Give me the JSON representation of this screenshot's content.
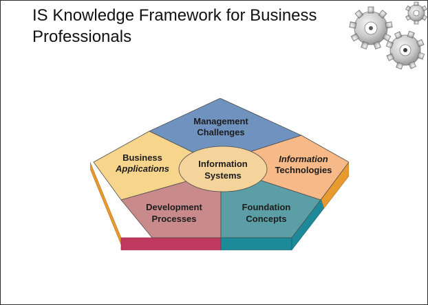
{
  "slide": {
    "title": "IS Knowledge Framework for Business Professionals"
  },
  "diagram": {
    "center": {
      "line1": "Information",
      "line2": "Systems",
      "color": "#f4d49a"
    },
    "segments": [
      {
        "id": "management",
        "line1": "Management",
        "line2": "Challenges",
        "italic1": false,
        "italic2": false,
        "color": "#6f92be"
      },
      {
        "id": "business",
        "line1": "Business",
        "line2": "Applications",
        "italic1": false,
        "italic2": true,
        "color": "#f8d58c"
      },
      {
        "id": "information-technologies",
        "line1": "Information",
        "line2": "Technologies",
        "italic1": true,
        "italic2": false,
        "color": "#f7b987"
      },
      {
        "id": "development",
        "line1": "Development",
        "line2": "Processes",
        "italic1": false,
        "italic2": false,
        "color": "#c98a8c"
      },
      {
        "id": "foundation",
        "line1": "Foundation",
        "line2": "Concepts",
        "italic1": false,
        "italic2": false,
        "color": "#5c9ea6"
      }
    ],
    "edge_colors": {
      "orange": "#e79a2d",
      "crimson": "#c0395e",
      "teal": "#1c8a99"
    }
  },
  "decoration": {
    "icon": "gears-icon"
  }
}
